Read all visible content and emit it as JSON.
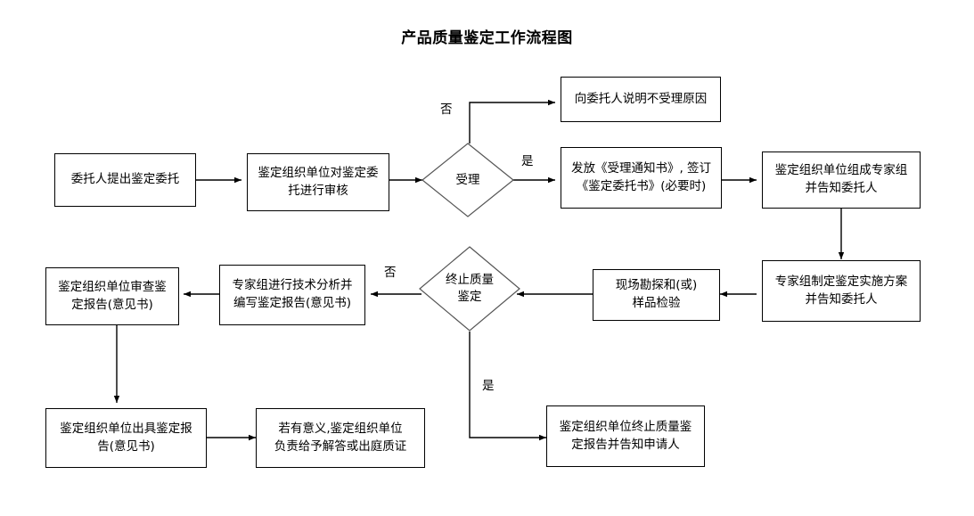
{
  "title": "产品质量鉴定工作流程图",
  "colors": {
    "background": "#ffffff",
    "stroke": "#000000",
    "text": "#000000"
  },
  "nodes": [
    {
      "id": "n1",
      "shape": "rect",
      "label": "委托人提出鉴定委托"
    },
    {
      "id": "n2",
      "shape": "rect",
      "label": "鉴定组织单位对鉴定委\n托进行审核"
    },
    {
      "id": "d1",
      "shape": "diamond",
      "label": "受理"
    },
    {
      "id": "n3",
      "shape": "rect",
      "label": "向委托人说明不受理原因"
    },
    {
      "id": "n4",
      "shape": "rect",
      "label": "发放《受理通知书》, 签订\n《鉴定委托书》(必要时)"
    },
    {
      "id": "n5",
      "shape": "rect",
      "label": "鉴定组织单位组成专家组\n并告知委托人"
    },
    {
      "id": "n6",
      "shape": "rect",
      "label": "专家组制定鉴定实施方案\n并告知委托人"
    },
    {
      "id": "n7",
      "shape": "rect",
      "label": "现场勘探和(或)\n样品检验"
    },
    {
      "id": "d2",
      "shape": "diamond",
      "label": "终止质量\n鉴定"
    },
    {
      "id": "n8",
      "shape": "rect",
      "label": "专家组进行技术分析并\n编写鉴定报告(意见书)"
    },
    {
      "id": "n9",
      "shape": "rect",
      "label": "鉴定组织单位审查鉴\n定报告(意见书)"
    },
    {
      "id": "n10",
      "shape": "rect",
      "label": "鉴定组织单位出具鉴定报\n告(意见书)"
    },
    {
      "id": "n11",
      "shape": "rect",
      "label": "若有意义,鉴定组织单位\n负责给予解答或出庭质证"
    },
    {
      "id": "n12",
      "shape": "rect",
      "label": "鉴定组织单位终止质量鉴\n定报告并告知申请人"
    }
  ],
  "edge_labels": [
    {
      "id": "e-no-1",
      "text": "否"
    },
    {
      "id": "e-yes-1",
      "text": "是"
    },
    {
      "id": "e-no-2",
      "text": "否"
    },
    {
      "id": "e-yes-2",
      "text": "是"
    }
  ]
}
